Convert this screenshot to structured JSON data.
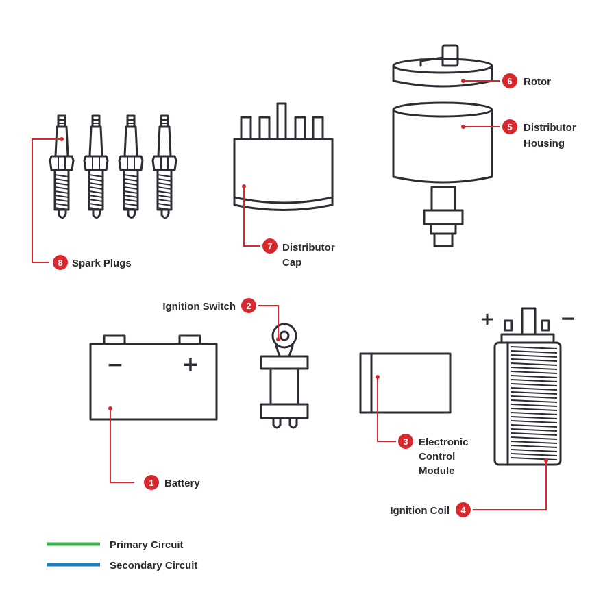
{
  "components": {
    "battery": {
      "number": "1",
      "label": "Battery"
    },
    "ignition_switch": {
      "number": "2",
      "label": "Ignition Switch"
    },
    "control_module": {
      "number": "3",
      "label_lines": [
        "Electronic",
        "Control",
        "Module"
      ]
    },
    "ignition_coil": {
      "number": "4",
      "label": "Ignition Coil"
    },
    "distributor_housing": {
      "number": "5",
      "label_lines": [
        "Distributor",
        "Housing"
      ]
    },
    "rotor": {
      "number": "6",
      "label": "Rotor"
    },
    "distributor_cap": {
      "number": "7",
      "label_lines": [
        "Distributor",
        "Cap"
      ]
    },
    "spark_plugs": {
      "number": "8",
      "label": "Spark Plugs"
    }
  },
  "battery_terminals": {
    "negative": "−",
    "positive": "+"
  },
  "coil_terminals": {
    "positive": "+",
    "negative": "−"
  },
  "legend": [
    {
      "label": "Primary Circuit",
      "color": "#3cb44b"
    },
    {
      "label": "Secondary Circuit",
      "color": "#1f7fc1"
    }
  ],
  "colors": {
    "accent": "#d9272e",
    "line": "#2d2d35",
    "text": "#2b2b33"
  }
}
